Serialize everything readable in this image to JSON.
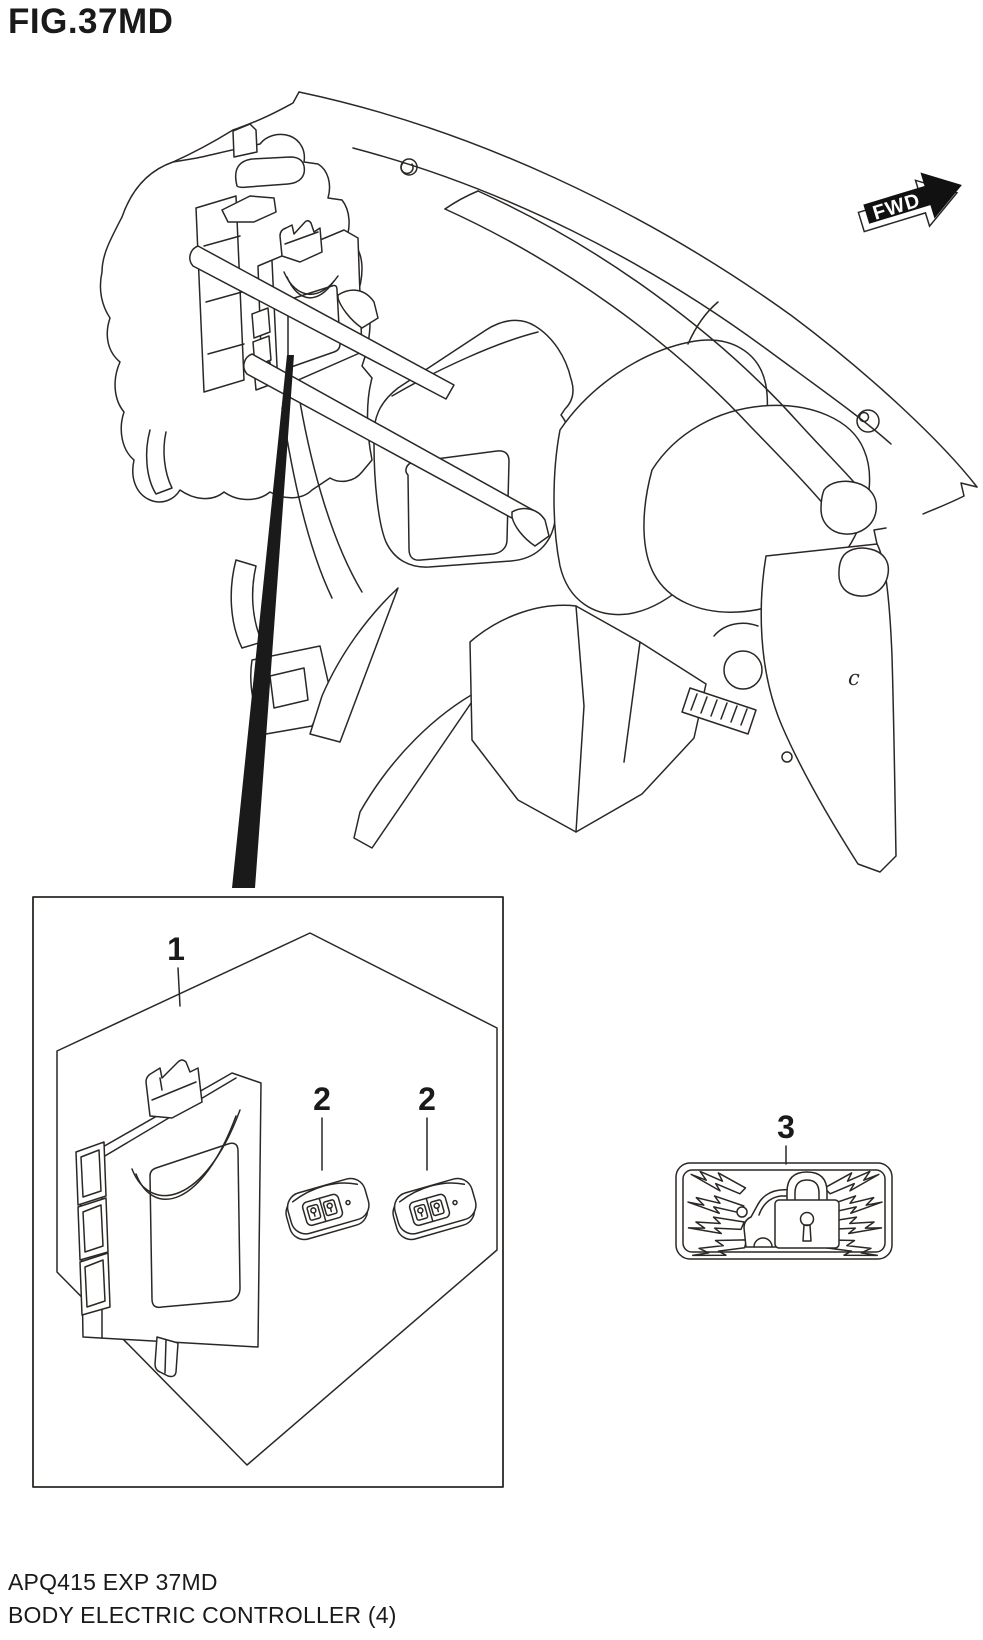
{
  "figure": {
    "title": "FIG.37MD",
    "code_line": "APQ415 EXP 37MD",
    "name_line": "BODY ELECTRIC CONTROLLER (4)"
  },
  "direction_indicator": {
    "label": "FWD"
  },
  "callouts": {
    "controller": "1",
    "remote_key_left": "2",
    "remote_key_right": "2",
    "security_decal": "3",
    "panel_marker": "c"
  },
  "colors": {
    "line": "#2b2724",
    "background": "#ffffff",
    "arrow_fill": "#111111",
    "leader_fill": "#1a1a1a"
  }
}
